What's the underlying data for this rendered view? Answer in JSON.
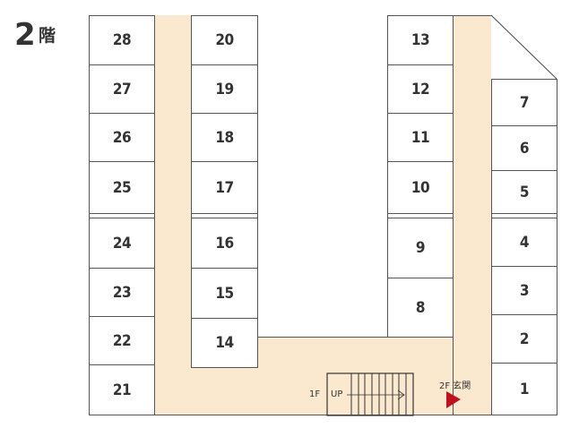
{
  "floor": {
    "number": "2",
    "suffix": "階"
  },
  "rooms": {
    "r1": "1",
    "r2": "2",
    "r3": "3",
    "r4": "4",
    "r5": "5",
    "r6": "6",
    "r7": "7",
    "r8": "8",
    "r9": "9",
    "r10": "10",
    "r11": "11",
    "r12": "12",
    "r13": "13",
    "r14": "14",
    "r15": "15",
    "r16": "16",
    "r17": "17",
    "r18": "18",
    "r19": "19",
    "r20": "20",
    "r21": "21",
    "r22": "22",
    "r23": "23",
    "r24": "24",
    "r25": "25",
    "r26": "26",
    "r27": "27",
    "r28": "28"
  },
  "stairs": {
    "floor_label": "1F",
    "direction_label": "UP"
  },
  "entrance": {
    "label": "2F 玄関",
    "marker_color": "#c0101e"
  },
  "colors": {
    "corridor": "#fbe9cf",
    "walls": "#555555"
  }
}
